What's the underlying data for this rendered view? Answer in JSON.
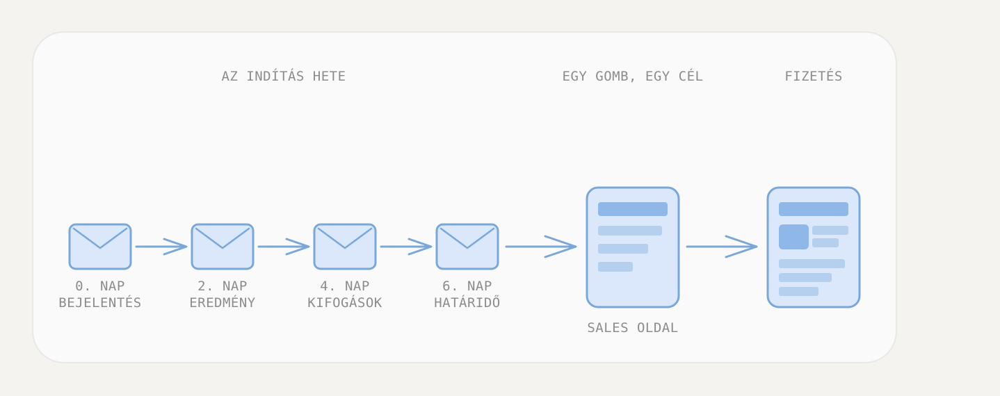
{
  "headings": {
    "launch_week": "AZ INDÍTÁS HETE",
    "one_button": "EGY GOMB, EGY CÉL",
    "payment": "FIZETÉS"
  },
  "emails": [
    {
      "day": "0. NAP",
      "title": "BEJELENTÉS"
    },
    {
      "day": "2. NAP",
      "title": "EREDMÉNY"
    },
    {
      "day": "4. NAP",
      "title": "KIFOGÁSOK"
    },
    {
      "day": "6. NAP",
      "title": "HATÁRIDŐ"
    }
  ],
  "sales_page": {
    "label": "SALES OLDAL"
  },
  "colors": {
    "accent": "#7aa7d8",
    "fill": "#dbe8fb",
    "text": "#8c8c8c",
    "card": "#fafafa"
  },
  "icons": [
    "envelope-icon",
    "arrow-icon",
    "page-icon"
  ]
}
